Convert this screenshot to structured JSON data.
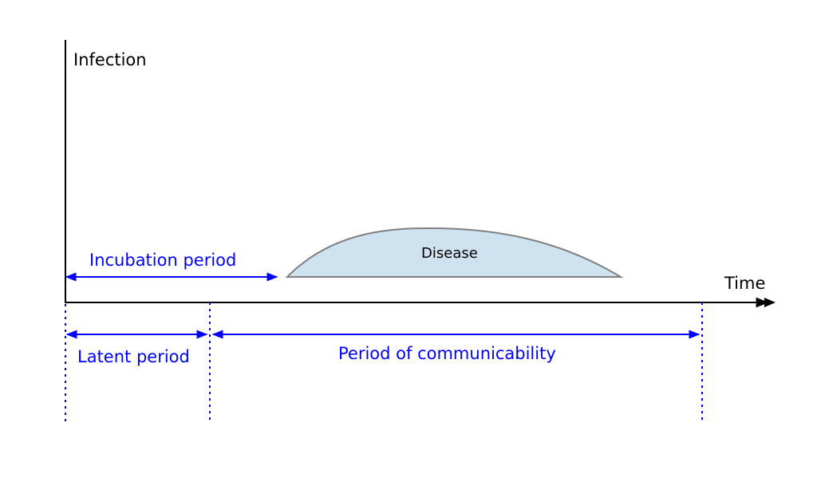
{
  "axes": {
    "y_label": "Infection",
    "x_label": "Time"
  },
  "disease": {
    "label": "Disease"
  },
  "periods": {
    "incubation": "Incubation period",
    "latent": "Latent period",
    "communicability": "Period of communicability"
  },
  "colors": {
    "axis": "#000000",
    "annotation": "#0000ff",
    "disease_fill": "#cfe2f0",
    "disease_stroke": "#808080"
  }
}
